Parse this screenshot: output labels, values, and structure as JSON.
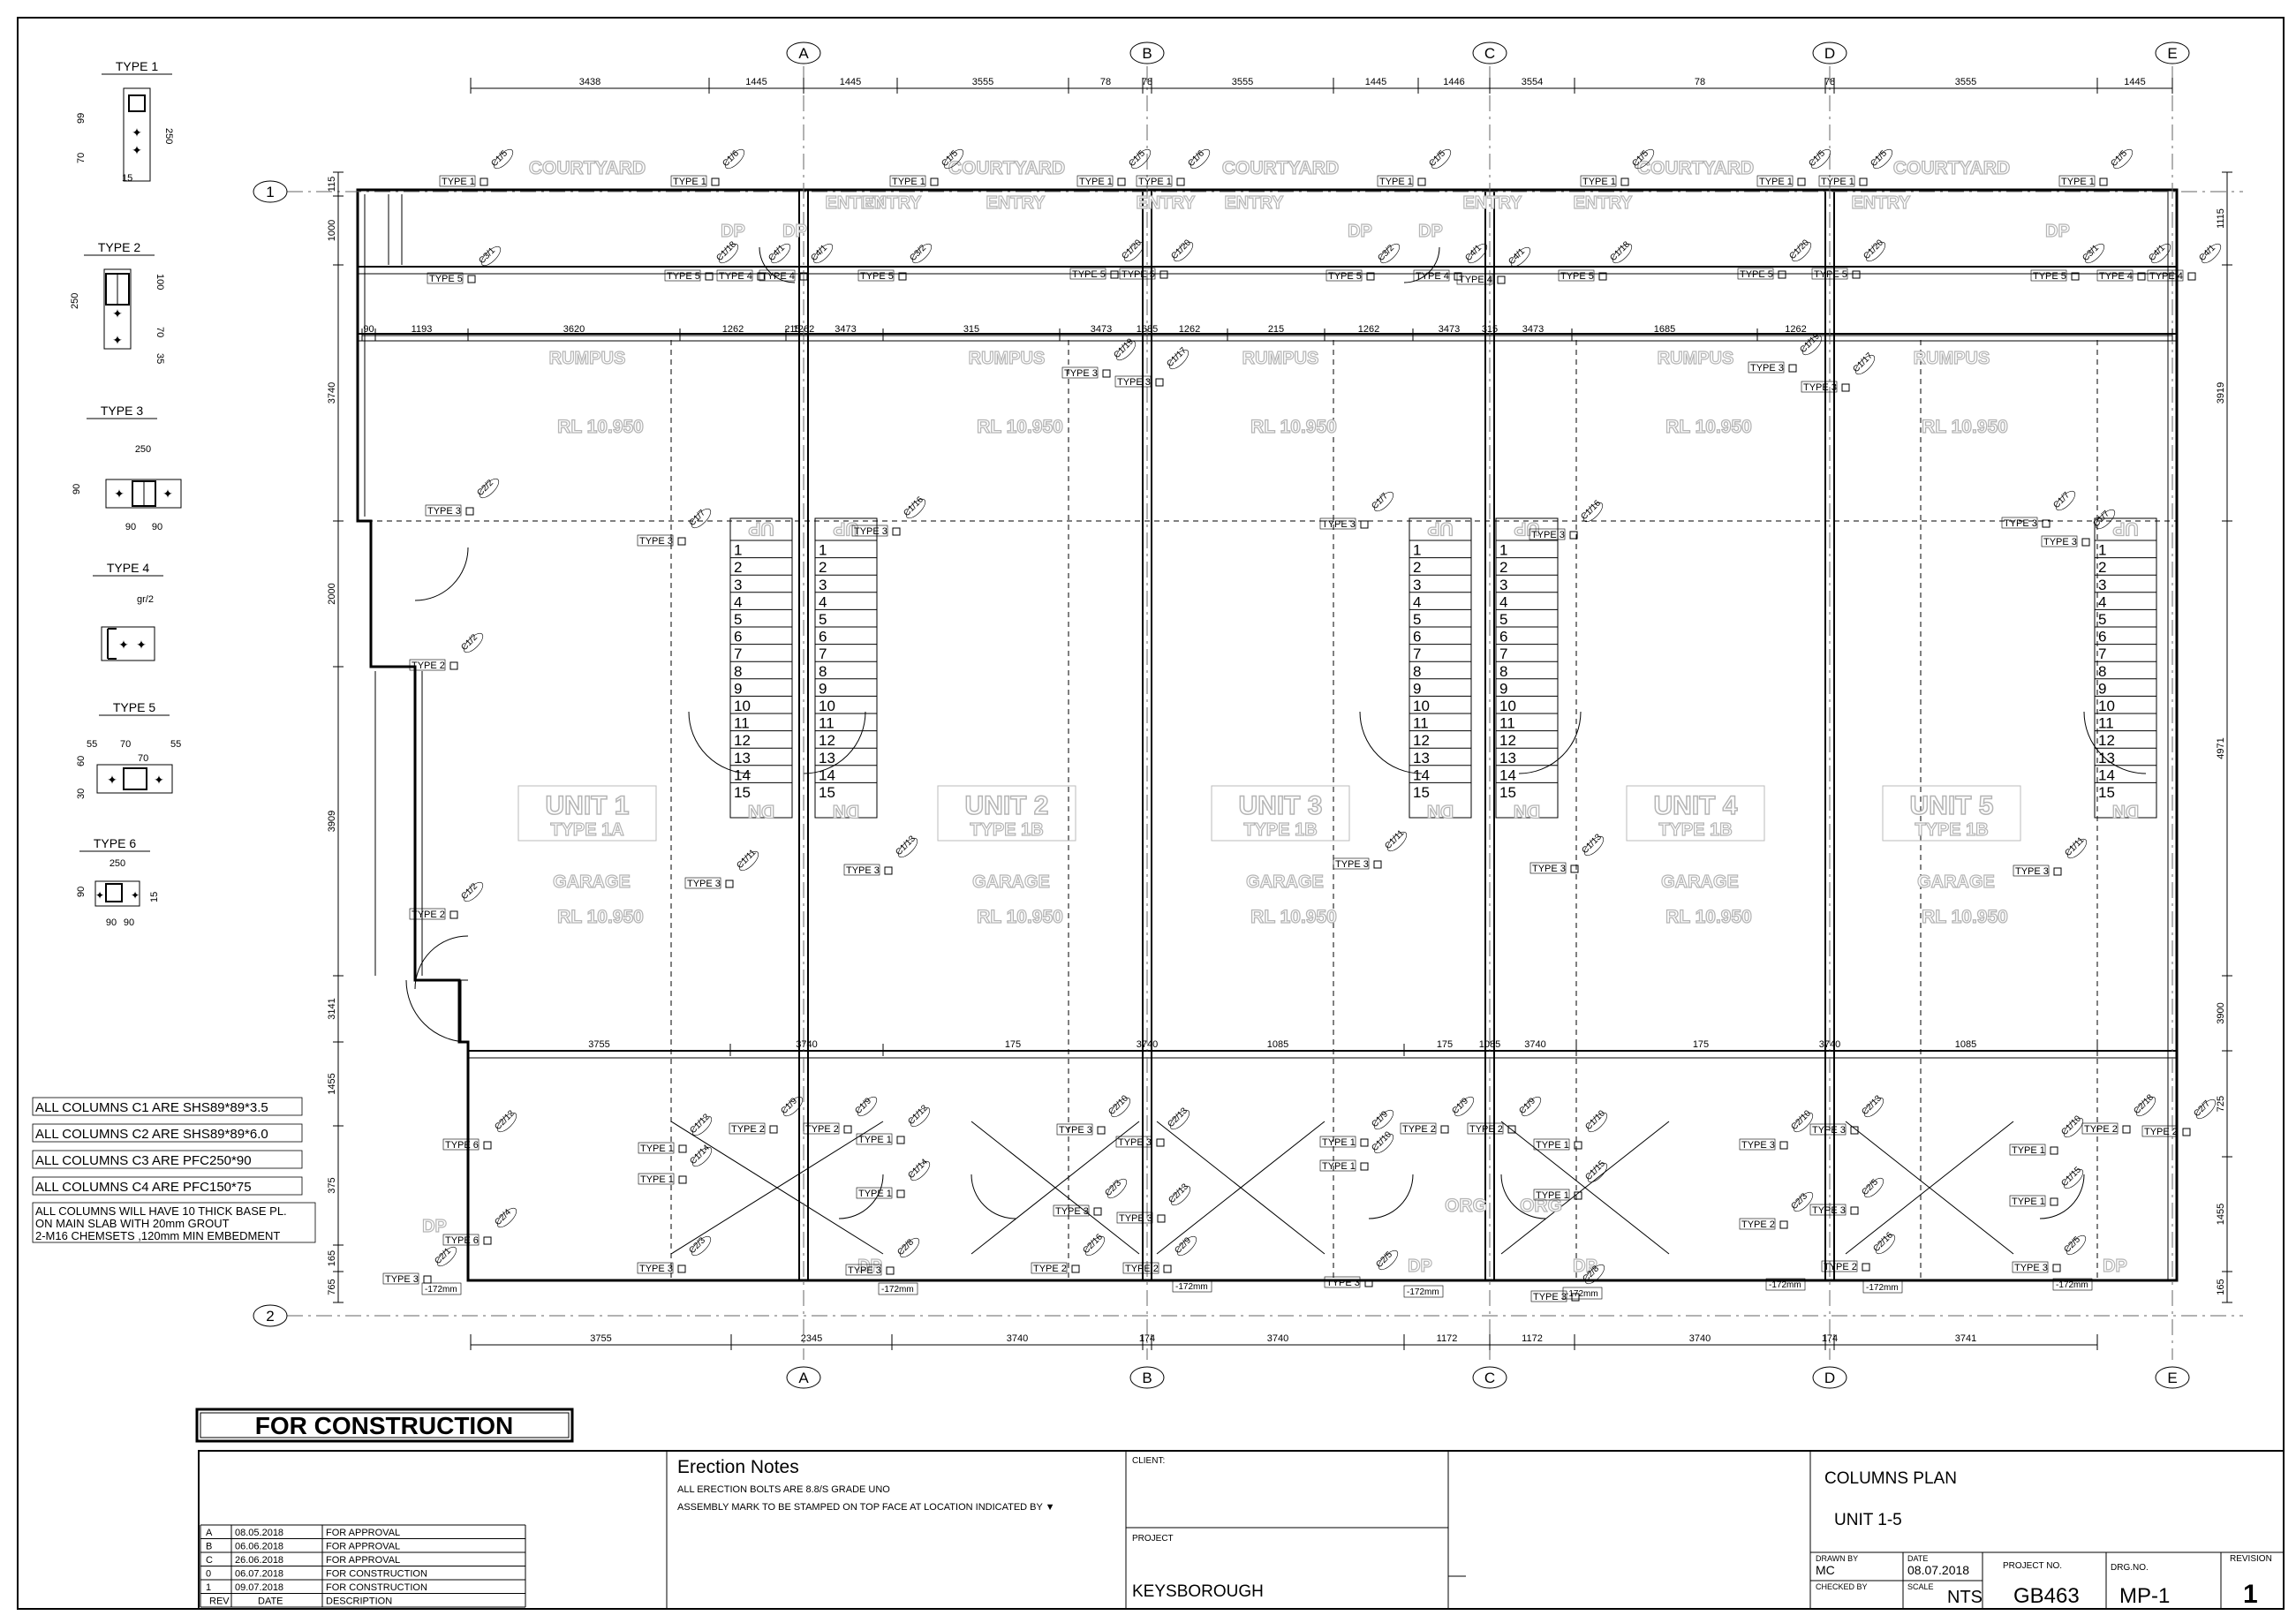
{
  "drawing": {
    "grid_columns": [
      "A",
      "B",
      "C",
      "D",
      "E"
    ],
    "grid_rows": [
      "1",
      "2"
    ],
    "top_dimensions": [
      "3438",
      "1445",
      "1445",
      "3555",
      "78",
      "78",
      "3555",
      "1445",
      "1446",
      "3554",
      "78",
      "78",
      "3555",
      "1445"
    ],
    "bottom_dimensions": [
      "3755",
      "2345",
      "3740",
      "174",
      "3740",
      "1172",
      "1172",
      "3740",
      "174",
      "3741"
    ],
    "left_dimensions": [
      "115",
      "1000",
      "3740",
      "2000",
      "3909",
      "3141",
      "1455",
      "375",
      "165",
      "765"
    ],
    "right_dimensions": [
      "1115",
      "3919",
      "4971",
      "3900",
      "725",
      "1455",
      "165"
    ],
    "row_dimensions": [
      "90",
      "1193",
      "3620",
      "1262",
      "215",
      "1262",
      "3473",
      "315",
      "3473",
      "1685",
      "1262",
      "215",
      "1262",
      "3473",
      "315",
      "3473",
      "1685",
      "1262"
    ],
    "mid_dimensions": [
      "3755",
      "3740",
      "175",
      "3740",
      "1085",
      "175",
      "1085",
      "3740",
      "175",
      "3740",
      "1085"
    ],
    "rooms": {
      "courtyard": "COURTYARD",
      "entry": "ENTRY",
      "rumpus": "RUMPUS",
      "garage": "GARAGE",
      "rl": "RL 10.950",
      "org": "ORG",
      "dp": "DP",
      "up": "UP",
      "dn": "DN",
      "units": [
        {
          "name": "UNIT 1",
          "type": "TYPE 1A"
        },
        {
          "name": "UNIT 2",
          "type": "TYPE 1B"
        },
        {
          "name": "UNIT 3",
          "type": "TYPE 1B"
        },
        {
          "name": "UNIT 4",
          "type": "TYPE 1B"
        },
        {
          "name": "UNIT 5",
          "type": "TYPE 1B"
        }
      ]
    },
    "stair_steps": [
      "1",
      "2",
      "3",
      "4",
      "5",
      "6",
      "7",
      "8",
      "9",
      "10",
      "11",
      "12",
      "13",
      "14",
      "15"
    ],
    "type_tags": [
      "TYPE 1",
      "TYPE 2",
      "TYPE 3",
      "TYPE 4",
      "TYPE 5",
      "TYPE 6"
    ],
    "level_tag": "-172mm",
    "column_marks": [
      "C1/5",
      "C1/6",
      "C1/18",
      "C1/20",
      "C3/1",
      "C3/2",
      "C3/3",
      "C3/6",
      "C4/1",
      "C4/2",
      "C1/8",
      "C3/5",
      "C1/7",
      "C1/16",
      "C1/19",
      "C1/17",
      "C2/2",
      "C1/2",
      "C1/1",
      "C1/13",
      "C1/11",
      "C2/12",
      "C2/4",
      "C2/1",
      "C2/3",
      "C2/5",
      "C2/8",
      "C2/10",
      "C2/13",
      "C2/16",
      "C2/9",
      "C1/12",
      "C1/14",
      "C1/9",
      "C1/10",
      "C1/15",
      "C2/18",
      "C2/7"
    ]
  },
  "legend": {
    "types": [
      {
        "title": "TYPE 1",
        "dims": [
          "99",
          "70",
          "15",
          "250"
        ]
      },
      {
        "title": "TYPE 2",
        "dims": [
          "250",
          "100",
          "70",
          "35"
        ]
      },
      {
        "title": "TYPE 3",
        "dims": [
          "250",
          "90",
          "90",
          "90"
        ]
      },
      {
        "title": "TYPE 4",
        "dims": [
          "gr/2"
        ]
      },
      {
        "title": "TYPE 5",
        "dims": [
          "55",
          "70",
          "55",
          "70",
          "60",
          "30"
        ]
      },
      {
        "title": "TYPE 6",
        "dims": [
          "250",
          "90",
          "90",
          "90",
          "15"
        ]
      }
    ]
  },
  "notes": {
    "columns": [
      "ALL COLUMNS C1  ARE SHS89*89*3.5",
      "ALL COLUMNS C2  ARE SHS89*89*6.0",
      "ALL COLUMNS C3  ARE PFC250*90",
      "ALL COLUMNS C4  ARE PFC150*75"
    ],
    "base_plate": [
      "ALL COLUMNS WILL HAVE 10 THICK BASE PL.",
      "ON MAIN SLAB WITH  20mm  GROUT",
      "2-M16 CHEMSETS ,120mm MIN EMBEDMENT"
    ],
    "stamp": "FOR CONSTRUCTION"
  },
  "title_block": {
    "revisions": [
      {
        "rev": "A",
        "date": "08.05.2018",
        "desc": "FOR APPROVAL"
      },
      {
        "rev": "B",
        "date": "06.06.2018",
        "desc": "FOR APPROVAL"
      },
      {
        "rev": "C",
        "date": "26.06.2018",
        "desc": "FOR APPROVAL"
      },
      {
        "rev": "0",
        "date": "06.07.2018",
        "desc": "FOR CONSTRUCTION"
      },
      {
        "rev": "1",
        "date": "09.07.2018",
        "desc": "FOR CONSTRUCTION"
      }
    ],
    "rev_headers": {
      "rev": "REV",
      "date": "DATE",
      "desc": "DESCRIPTION"
    },
    "erection_title": "Erection Notes",
    "erection_lines": [
      "ALL ERECTION BOLTS ARE 8.8/S GRADE UNO",
      "ASSEMBLY MARK TO BE STAMPED ON TOP FACE AT LOCATION INDICATED BY ▼"
    ],
    "client_label": "CLIENT:",
    "project_label": "PROJECT",
    "project_name": "KEYSBOROUGH",
    "drawing_title": "COLUMNS PLAN",
    "drawing_subtitle": "UNIT 1-5",
    "drawn_by_label": "DRAWN BY",
    "drawn_by": "MC",
    "date_label": "DATE",
    "date": "08.07.2018",
    "checked_by_label": "CHECKED BY",
    "scale_label": "SCALE",
    "scale": "NTS",
    "project_no_label": "PROJECT NO.",
    "project_no": "GB463",
    "drg_no_label": "DRG.NO.",
    "drg_no": "MP-1",
    "revision_label": "REVISION",
    "revision": "1"
  }
}
